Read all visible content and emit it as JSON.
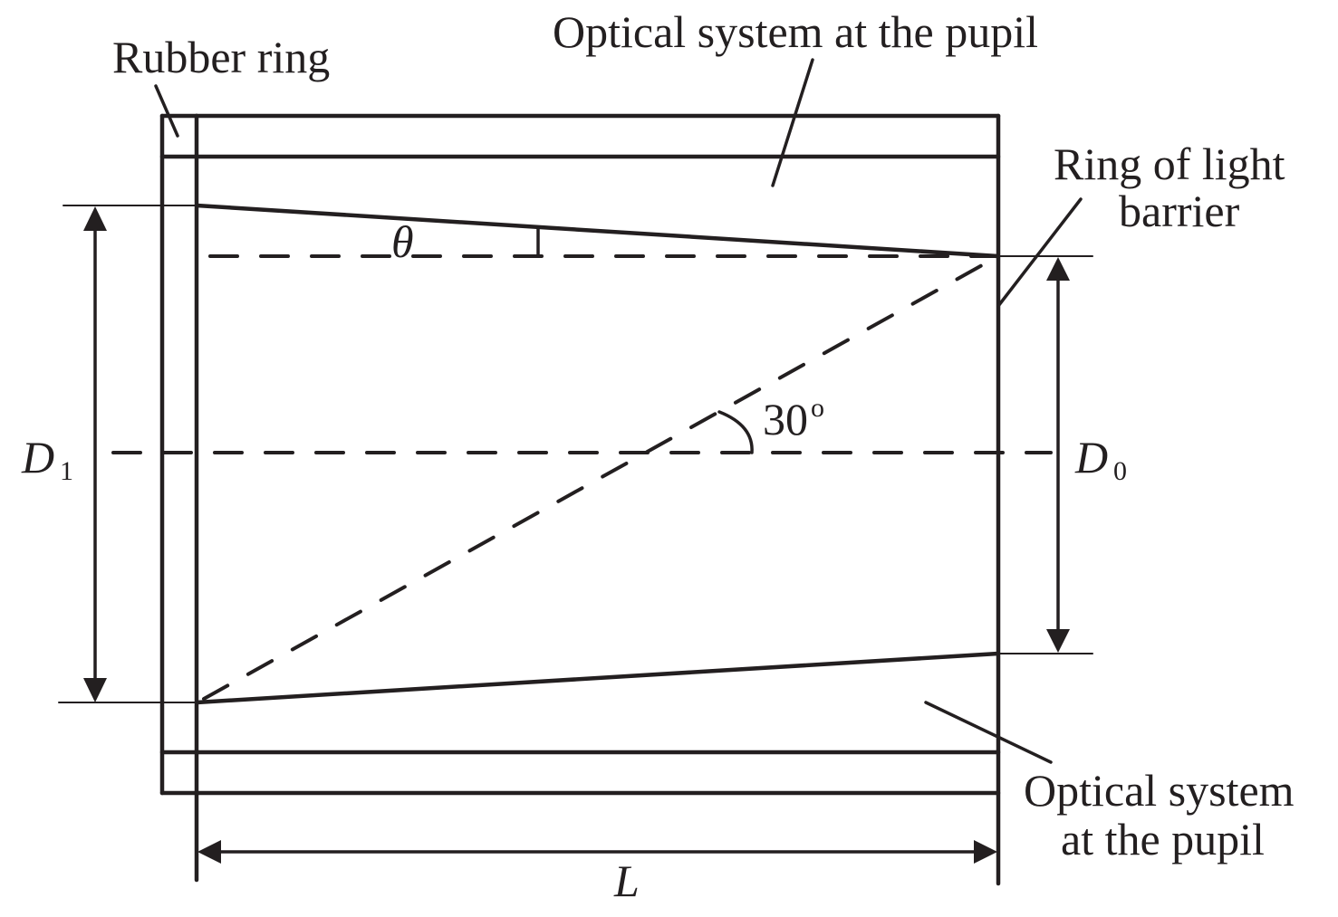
{
  "figure": {
    "type": "optical-tube-cross-section",
    "colors": {
      "ink": "#231f20",
      "background": "#ffffff"
    }
  },
  "labels": {
    "rubber_ring": "Rubber ring",
    "optical_system_top": "Optical system at the pupil",
    "ring_of_light_barrier_line1": "Ring of light",
    "ring_of_light_barrier_line2": "barrier",
    "optical_system_bottom_line1": "Optical system",
    "optical_system_bottom_line2": "at the pupil"
  },
  "symbols": {
    "d1_main": "D",
    "d1_sub": "1",
    "d0_main": "D",
    "d0_sub": "0",
    "length": "L",
    "theta": "θ",
    "angle_value": "30",
    "angle_unit": "o"
  },
  "dimensions": {
    "diagonal_angle_deg": 30,
    "entrance_diameter_symbol": "D1",
    "exit_diameter_symbol": "D0",
    "tube_length_symbol": "L",
    "taper_angle_symbol": "θ"
  }
}
